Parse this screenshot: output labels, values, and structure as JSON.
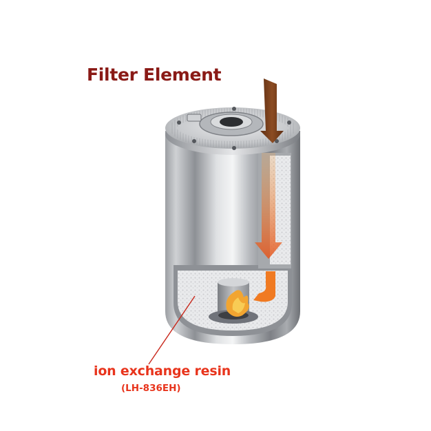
{
  "title": "Filter Element",
  "component": {
    "label": "ion exchange resin",
    "model": "(LH-836EH)"
  },
  "colors": {
    "title": "#8a1a16",
    "label": "#e8341c",
    "leader_line": "#c8261a",
    "inlet_arrow": "#7a3f1a",
    "flow_arrow": "#e7621f",
    "flame": "#f2a531"
  },
  "icons": {
    "inlet": "arrow-down-icon",
    "flow": "arrow-down-icon",
    "outlet": "flame-icon"
  }
}
